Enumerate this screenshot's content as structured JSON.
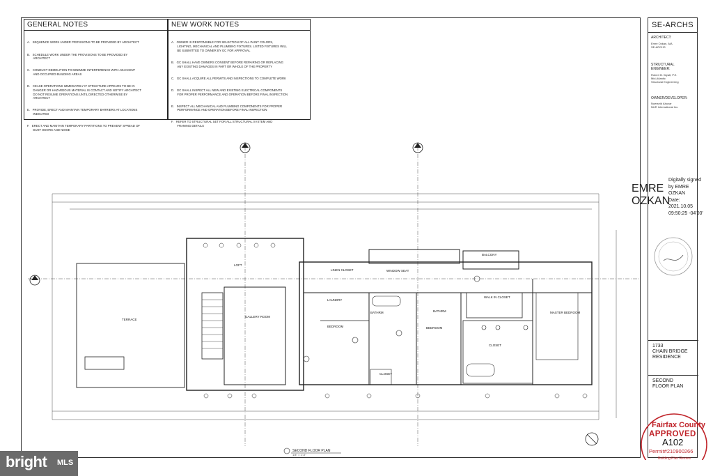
{
  "general_notes": {
    "title": "GENERAL NOTES",
    "items": [
      "A.   SEQUENCE WORK UNDER PROVISIONS TO BE PROVIDED BY ARCHITECT",
      "B.   SCHEDULE WORK UNDER THE PROVISIONS TO BE PROVIDED BY\n       ARCHITECT",
      "C.   CONDUCT DEMOLITION TO MINIMIZE INTERFERENCE WITH ADJACENT\n       AND OCCUPIED BUILDING AREAS",
      "D.   CEASE OPERATIONS IMMEDIATELY IF STRUCTURE APPEARS TO BE IN\n       DANGER OR HAZARDOUS MATERIAL IS CONTACT AND NOTIFY ARCHITECT\n       DO NOT RESUME OPERATIONS UNTIL DIRECTED OTHERWISE BY\n       ARCHITECT",
      "E.   PROVIDE, ERECT AND MAINTAIN TEMPORARY BARRIERS AT LOCATIONS\n       INDICATED",
      "F.   ERECT AND MAINTAIN TEMPORARY PARTITIONS TO PREVENT SPREAD OF\n       DUST ODORS AND NOISE"
    ]
  },
  "new_work_notes": {
    "title": "NEW WORK   NOTES",
    "items": [
      "A.   OWNER IS RESPONSIBLE FOR SELECTION OF ALL PAINT COLORS,\n       LIGHTING, MECHANICAL AND PLUMBING FIXTURES. LISTED FIXTURES WILL\n       BE SUBMITTED TO OWNER BY GC FOR APPROVAL",
      "B.   GC SHALL HAVE OWNERS CONSENT BEFORE REPAIRING OR REPLACING\n       ANY EXISTING DAMAGES IN PART OR WHOLE OF THE PROPERTY",
      "C.   GC SHALL ACQUIRE ALL PERMITS AND INSPECTIONS TO COMPLETE WORK",
      "D.   GC SHALL INSPECT ALL NEW AND EXISTING ELECTRICAL COMPONENTS\n       FOR PROPER PERFORMANCE AND OPERATION BEFORE FINAL INSPECTION",
      "E.   INSPECT ALL MECHANICAL AND PLUMBING COMPONENTS FOR PROPER\n       PERFORMANCE AND OPERATION BEFORE FINAL INSPECTION",
      "F.   REFER TO STRUCTURAL SET FOR ALL STRUCTURAL SYSTEM AND\n       FRAMING DETAILS"
    ]
  },
  "title_block": {
    "firm": "SE-ARCHS",
    "architect_label": "ARCHITECT:",
    "architect_lines": [
      "Emre Ozkan, AIA",
      "SE-ARCHS"
    ],
    "structural_label": "STRUCTURAL ENGINEER:",
    "structural_lines": [
      "Robert B. Wyatt, P.E.",
      "Mid-Atlantic",
      "Structural Engineering"
    ],
    "owner_label": "OWNER/DEVELOPER:",
    "owner_lines": [
      "Nuerseid Abuzar",
      "NUR International Inc."
    ],
    "project_name": "1733\nCHAIN BRIDGE\nRESIDENCE",
    "sheet_title": "SECOND\nFLOOR PLAN"
  },
  "signature": {
    "name": "EMRE\nOZKAN",
    "detail": "Digitally signed\nby EMRE\nOZKAN\nDate:\n2021.10.05\n09:50:25 -04'00'"
  },
  "approval_stamp": {
    "county": "Fairfax County",
    "status": "APPROVED",
    "sheet_number": "A102",
    "permit": "Permit#210900266",
    "review": "Building Plan Review"
  },
  "plan": {
    "caption": "SECOND FLOOR PLAN",
    "scale": "1/4\" = 1'-0\"",
    "rooms": [
      "LOFT",
      "TERRACE",
      "GALLERY ROOM",
      "LINEN CLOSET",
      "WINDOW SEAT",
      "BALCONY",
      "LAUNDRY",
      "BEDROOM",
      "BATHRM",
      "CLOSET",
      "WALK IN CLOSET",
      "MASTER BEDROOM",
      "BATHRM",
      "BEDROOM",
      "CLOSET"
    ]
  },
  "watermark": {
    "brand": "bright",
    "suffix": "MLS"
  }
}
